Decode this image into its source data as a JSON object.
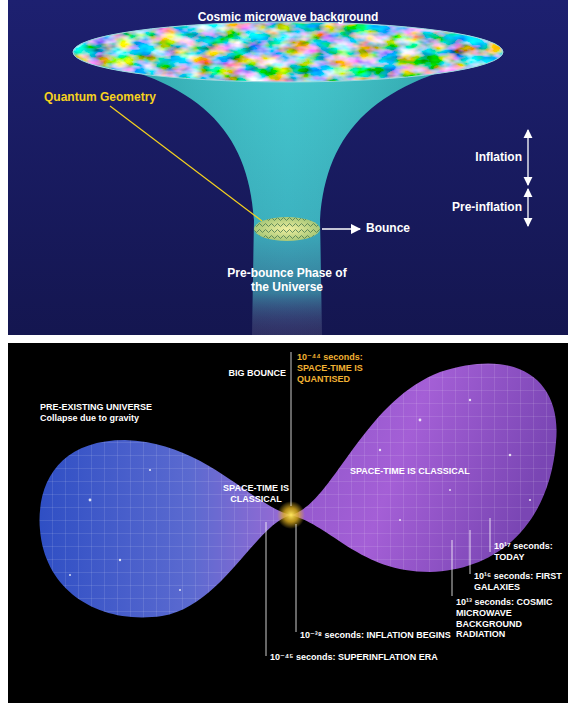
{
  "diagram": {
    "labels": [
      "Cosmic microwave background",
      "Inflation",
      "Pre-inflation",
      "Quantum Geometry",
      "Bounce",
      "Pre-bounce Phase of the Universe",
      "BIG BOUNCE",
      "10⁻⁴⁴ seconds: SPACE-TIME IS QUANTISED",
      "PRE-EXISTING UNIVERSE Collapse due to gravity",
      "SPACE-TIME IS CLASSICAL",
      "SPACE-TIME IS CLASSICAL",
      "10¹⁷ seconds: TODAY",
      "10¹⁶ seconds: FIRST GALAXIES",
      "10¹³ seconds: COSMIC MICROWAVE BACKGROUND RADIATION",
      "10⁻³⁸ seconds: INFLATION BEGINS",
      "10⁻⁴⁵ seconds: SUPERINFLATION ERA"
    ]
  }
}
